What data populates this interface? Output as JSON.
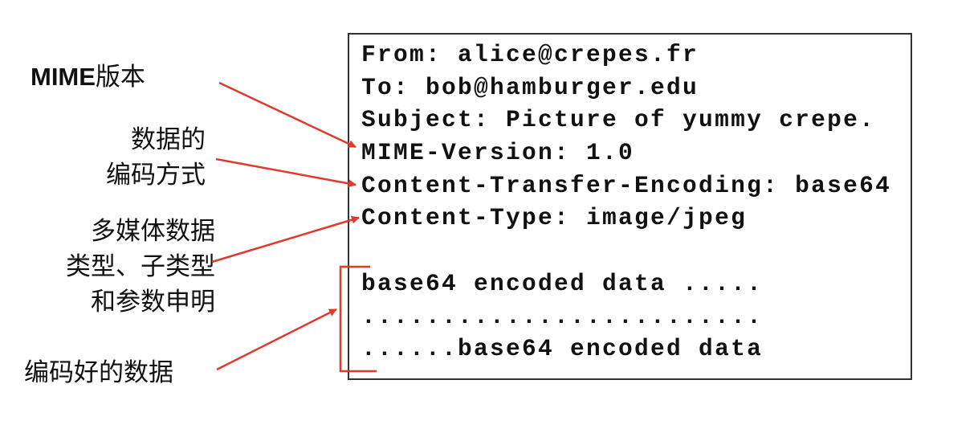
{
  "labels": {
    "mime_version": {
      "latin": "MIME",
      "cjk": "版本"
    },
    "encoding": [
      "数据的",
      "编码方式"
    ],
    "content_type": [
      "多媒体数据",
      "类型、子类型",
      "和参数申明"
    ],
    "encoded_data": "编码好的数据"
  },
  "message": {
    "headers": [
      "From: alice@crepes.fr",
      "To: bob@hamburger.edu",
      "Subject: Picture of yummy crepe.",
      "MIME-Version: 1.0",
      "Content-Transfer-Encoding: base64",
      "Content-Type: image/jpeg"
    ],
    "body": [
      "base64 encoded data .....",
      ".........................",
      "......base64 encoded data"
    ]
  },
  "colors": {
    "arrow": "#e03a2f",
    "text": "#111111"
  }
}
